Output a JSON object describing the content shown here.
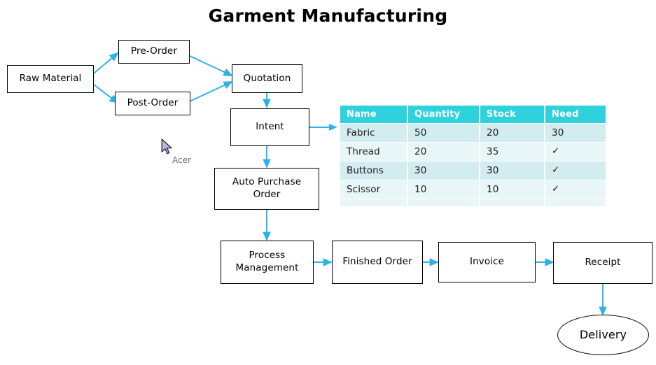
{
  "page": {
    "title": "Garment Manufacturing",
    "accent_arrow_color": "#29b3e8",
    "accent_header_color": "#2ed2dc",
    "row_tint_dark": "#d2ecf0",
    "row_tint_light": "#e9f6f8"
  },
  "flow": {
    "nodes": [
      {
        "id": "raw-material",
        "label": "Raw Material"
      },
      {
        "id": "pre-order",
        "label": "Pre-Order"
      },
      {
        "id": "post-order",
        "label": "Post-Order"
      },
      {
        "id": "quotation",
        "label": "Quotation"
      },
      {
        "id": "intent",
        "label": "Intent"
      },
      {
        "id": "auto-purchase-order",
        "label": "Auto Purchase Order"
      },
      {
        "id": "process-management",
        "label": "Process Management"
      },
      {
        "id": "finished-order",
        "label": "Finished Order"
      },
      {
        "id": "invoice",
        "label": "Invoice"
      },
      {
        "id": "receipt",
        "label": "Receipt"
      },
      {
        "id": "delivery",
        "label": "Delivery"
      }
    ]
  },
  "materials_table": {
    "columns": [
      "Name",
      "Quantity",
      "Stock",
      "Need"
    ],
    "rows": [
      {
        "name": "Fabric",
        "quantity": "50",
        "stock": "20",
        "need": "30"
      },
      {
        "name": "Thread",
        "quantity": "20",
        "stock": "35",
        "need": "✓"
      },
      {
        "name": "Buttons",
        "quantity": "30",
        "stock": "30",
        "need": "✓"
      },
      {
        "name": "Scissor",
        "quantity": "10",
        "stock": "10",
        "need": "✓"
      }
    ]
  },
  "cursor": {
    "label": "Acer"
  }
}
